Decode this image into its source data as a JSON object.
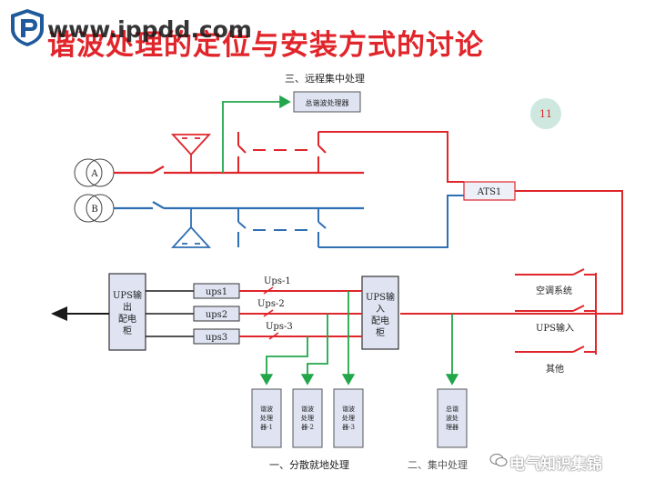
{
  "header": {
    "title": "谐波处理的定位与安装方式的讨论",
    "watermark": "www.ippdd.com"
  },
  "diagram": {
    "section_three": "三、远程集中处理",
    "section_one": "一、分散就地处理",
    "section_two_partial": "二、集中处理",
    "page_badge": "11",
    "total_processor": "总谐波处理器",
    "source_a": "A",
    "source_b": "B",
    "ats": "ATS1",
    "ups_output_panel": [
      "UPS输",
      "出",
      "配电",
      "柜"
    ],
    "ups_input_panel": [
      "UPS输",
      "入",
      "配电",
      "柜"
    ],
    "ups_boxes": [
      "ups1",
      "ups2",
      "ups3"
    ],
    "ups_lines": [
      "Ups-1",
      "Ups-2",
      "Ups-3"
    ],
    "processors": [
      [
        "谐波",
        "处理",
        "器-1"
      ],
      [
        "谐波",
        "处理",
        "器-2"
      ],
      [
        "谐波",
        "处理",
        "器-3"
      ]
    ],
    "total_processor_lower": [
      "总谐",
      "波处",
      "理器"
    ],
    "loads": [
      "空调系统",
      "UPS输入",
      "其他"
    ]
  },
  "footer": {
    "wechat_name": "电气知识集锦"
  },
  "colors": {
    "red": "#e0252b",
    "blue": "#2f6fb3",
    "green": "#21a64a",
    "dark": "#1a1a1a",
    "box_fill": "#dfe3f2"
  }
}
